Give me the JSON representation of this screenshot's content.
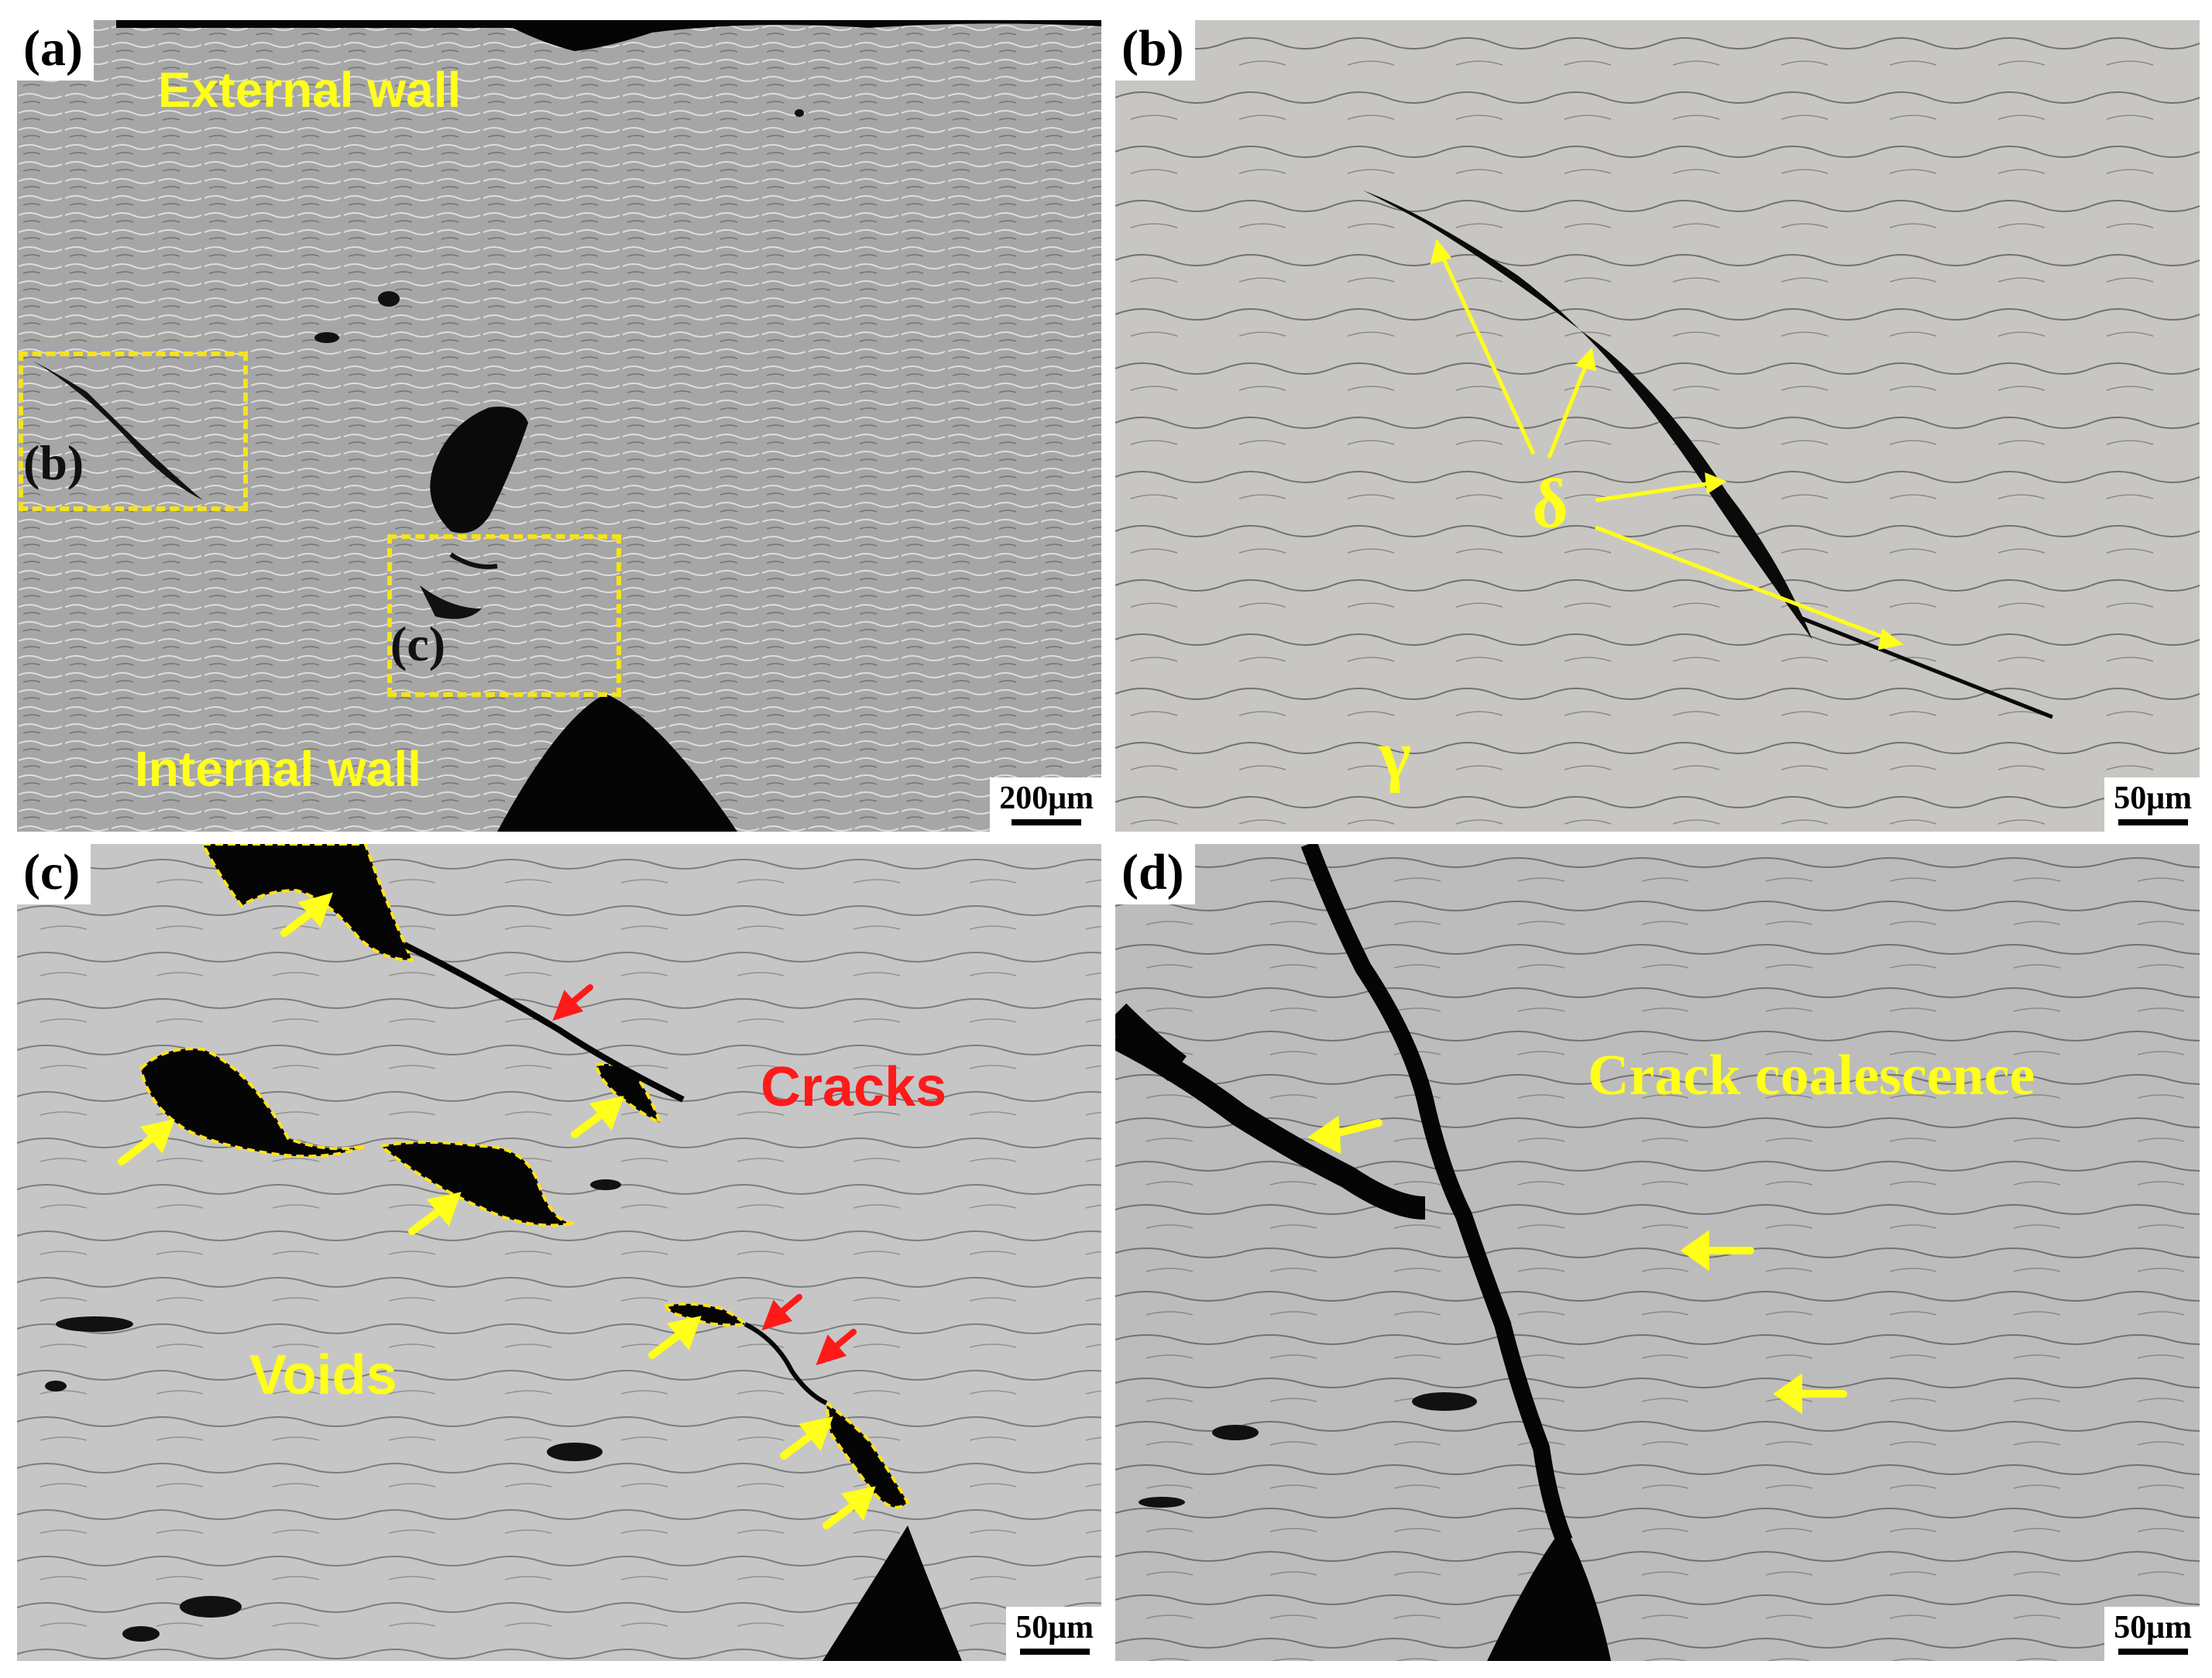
{
  "panels": {
    "a": {
      "letter": "(a)",
      "external_label": "External wall",
      "internal_label": "Internal wall",
      "inset_b": "(b)",
      "inset_c": "(c)",
      "scale": "200μm"
    },
    "b": {
      "letter": "(b)",
      "delta_label": "δ",
      "gamma_label": "γ",
      "scale": "50μm"
    },
    "c": {
      "letter": "(c)",
      "cracks_label": "Cracks",
      "voids_label": "Voids",
      "scale": "50μm"
    },
    "d": {
      "letter": "(d)",
      "coalescence_label": "Crack coalescence",
      "scale": "50μm"
    }
  },
  "colors": {
    "annotation_yellow": "#ffff1a",
    "annotation_red": "#ff1a1a"
  }
}
